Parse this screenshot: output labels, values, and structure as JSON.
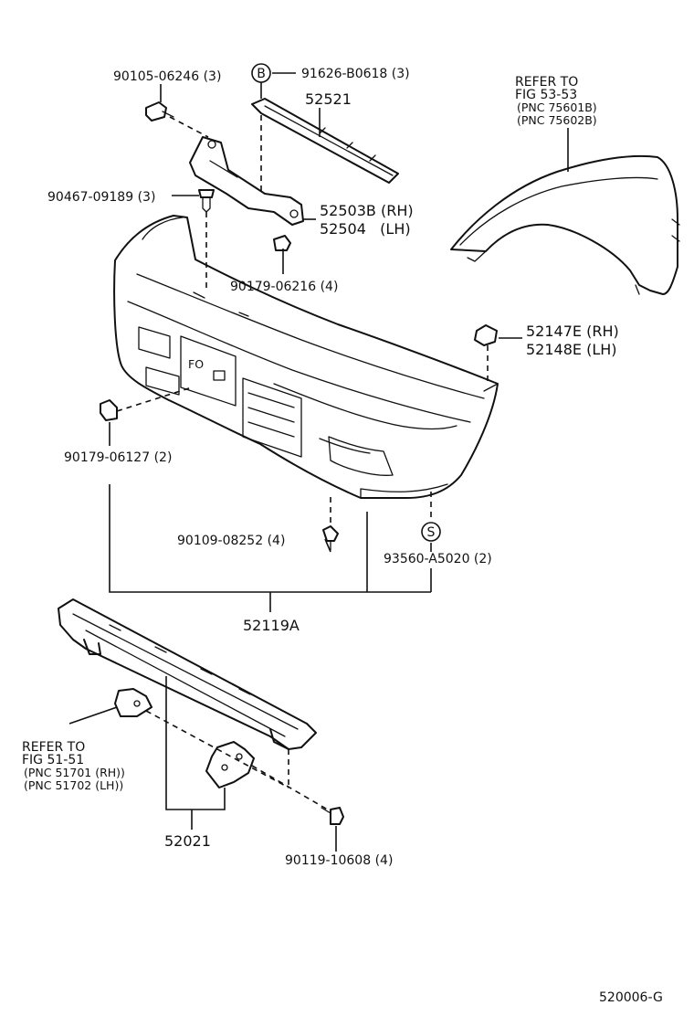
{
  "labels": {
    "bolt_top": "90105-06246 (3)",
    "bolt_b": "91626-B0618 (3)",
    "marker_b": "B",
    "marker_s": "S",
    "upper_bar": "52521",
    "clip_left": "90467-09189 (3)",
    "bracket_rh": "52503B (RH)",
    "bracket_lh": "52504   (LH)",
    "nut_mid": "90179-06216 (4)",
    "retainer_rh": "52147E (RH)",
    "retainer_lh": "52148E (LH)",
    "nut_left": "90179-06127 (2)",
    "screw_lower": "90109-08252 (4)",
    "screw_s": "93560-A5020 (2)",
    "bumper": "52119A",
    "reinforcement": "52021",
    "bolt_lower": "90119-10608 (4)",
    "drawing_id": "520006-G"
  },
  "refs": {
    "fender": [
      "REFER TO",
      "FIG 53-53",
      "(PNC 75601B)",
      "(PNC 75602B)"
    ],
    "stay": [
      "REFER TO",
      "FIG 51-51",
      "(PNC 51701 (RH))",
      "(PNC 51702 (LH))"
    ]
  }
}
